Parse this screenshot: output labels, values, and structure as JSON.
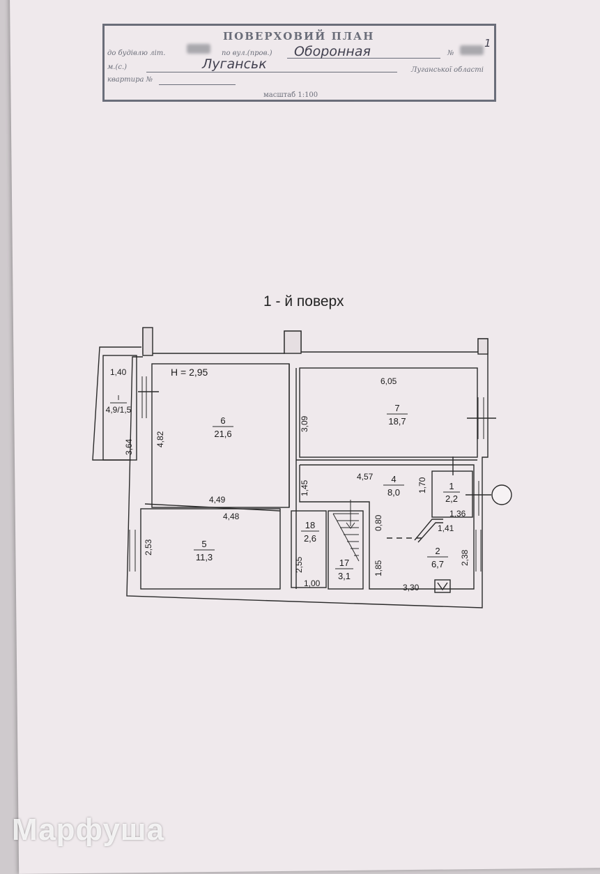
{
  "stamp": {
    "title": "ПОВЕРХОВИЙ ПЛАН",
    "line1_prefix": "до будівлю літ.",
    "line1_mid": "по вул.(пров.)",
    "street_handwritten": "Оборонная",
    "line1_suffix": "№",
    "house_no": "1",
    "line2_prefix": "м.(с.)",
    "city_handwritten": "Луганськ",
    "line2_suffix": "Луганської області",
    "line3_prefix": "квартира №",
    "scale": "масштаб 1:100"
  },
  "floor_title": "1 - й поверх",
  "ceiling_height": "H = 2,95",
  "rooms": [
    {
      "id": "I",
      "number": "I",
      "area": "4,9/1,5"
    },
    {
      "id": "6",
      "number": "6",
      "area": "21,6"
    },
    {
      "id": "7",
      "number": "7",
      "area": "18,7"
    },
    {
      "id": "5",
      "number": "5",
      "area": "11,3"
    },
    {
      "id": "4",
      "number": "4",
      "area": "8,0"
    },
    {
      "id": "1",
      "number": "1",
      "area": "2,2"
    },
    {
      "id": "18",
      "number": "18",
      "area": "2,6"
    },
    {
      "id": "17",
      "number": "17",
      "area": "3,1"
    },
    {
      "id": "2",
      "number": "2",
      "area": "6,7"
    }
  ],
  "dimensions": [
    "1,40",
    "3,64",
    "4,82",
    "4,49",
    "4,48",
    "2,53",
    "6,05",
    "3,09",
    "1,45",
    "4,57",
    "1,70",
    "1,36",
    "1,41",
    "0,80",
    "2,38",
    "2,55",
    "1,00",
    "1,85",
    "3,30"
  ],
  "watermark": "Марфуша"
}
